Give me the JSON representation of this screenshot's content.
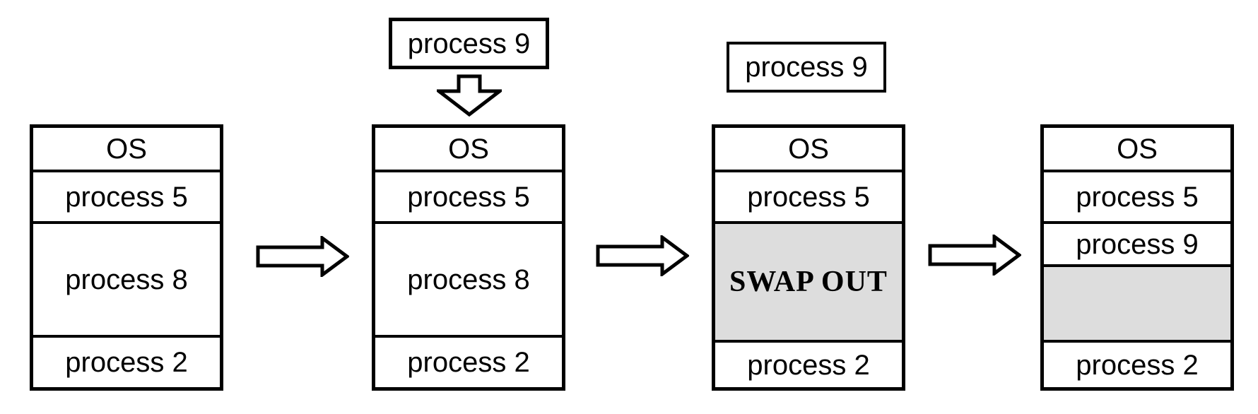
{
  "diagram": {
    "stages": [
      {
        "os": "OS",
        "process5": "process 5",
        "middle": "process 8",
        "process2": "process 2"
      },
      {
        "incoming": "process 9",
        "os": "OS",
        "process5": "process 5",
        "middle": "process 8",
        "process2": "process 2"
      },
      {
        "incoming": "process 9",
        "os": "OS",
        "process5": "process 5",
        "middle": "SWAP OUT",
        "process2": "process 2"
      },
      {
        "os": "OS",
        "process5": "process 5",
        "process9": "process 9",
        "free_space": "",
        "process2": "process 2"
      }
    ],
    "icons": {
      "flow_arrow_1": "right-block-arrow",
      "flow_arrow_2": "right-block-arrow",
      "flow_arrow_3": "right-block-arrow",
      "insert_arrow": "down-block-arrow"
    },
    "colors": {
      "swap_highlight": "#dddddd",
      "free_space_fill": "#dddddd",
      "stroke": "#000000",
      "background": "#ffffff",
      "text": "#000000"
    }
  }
}
